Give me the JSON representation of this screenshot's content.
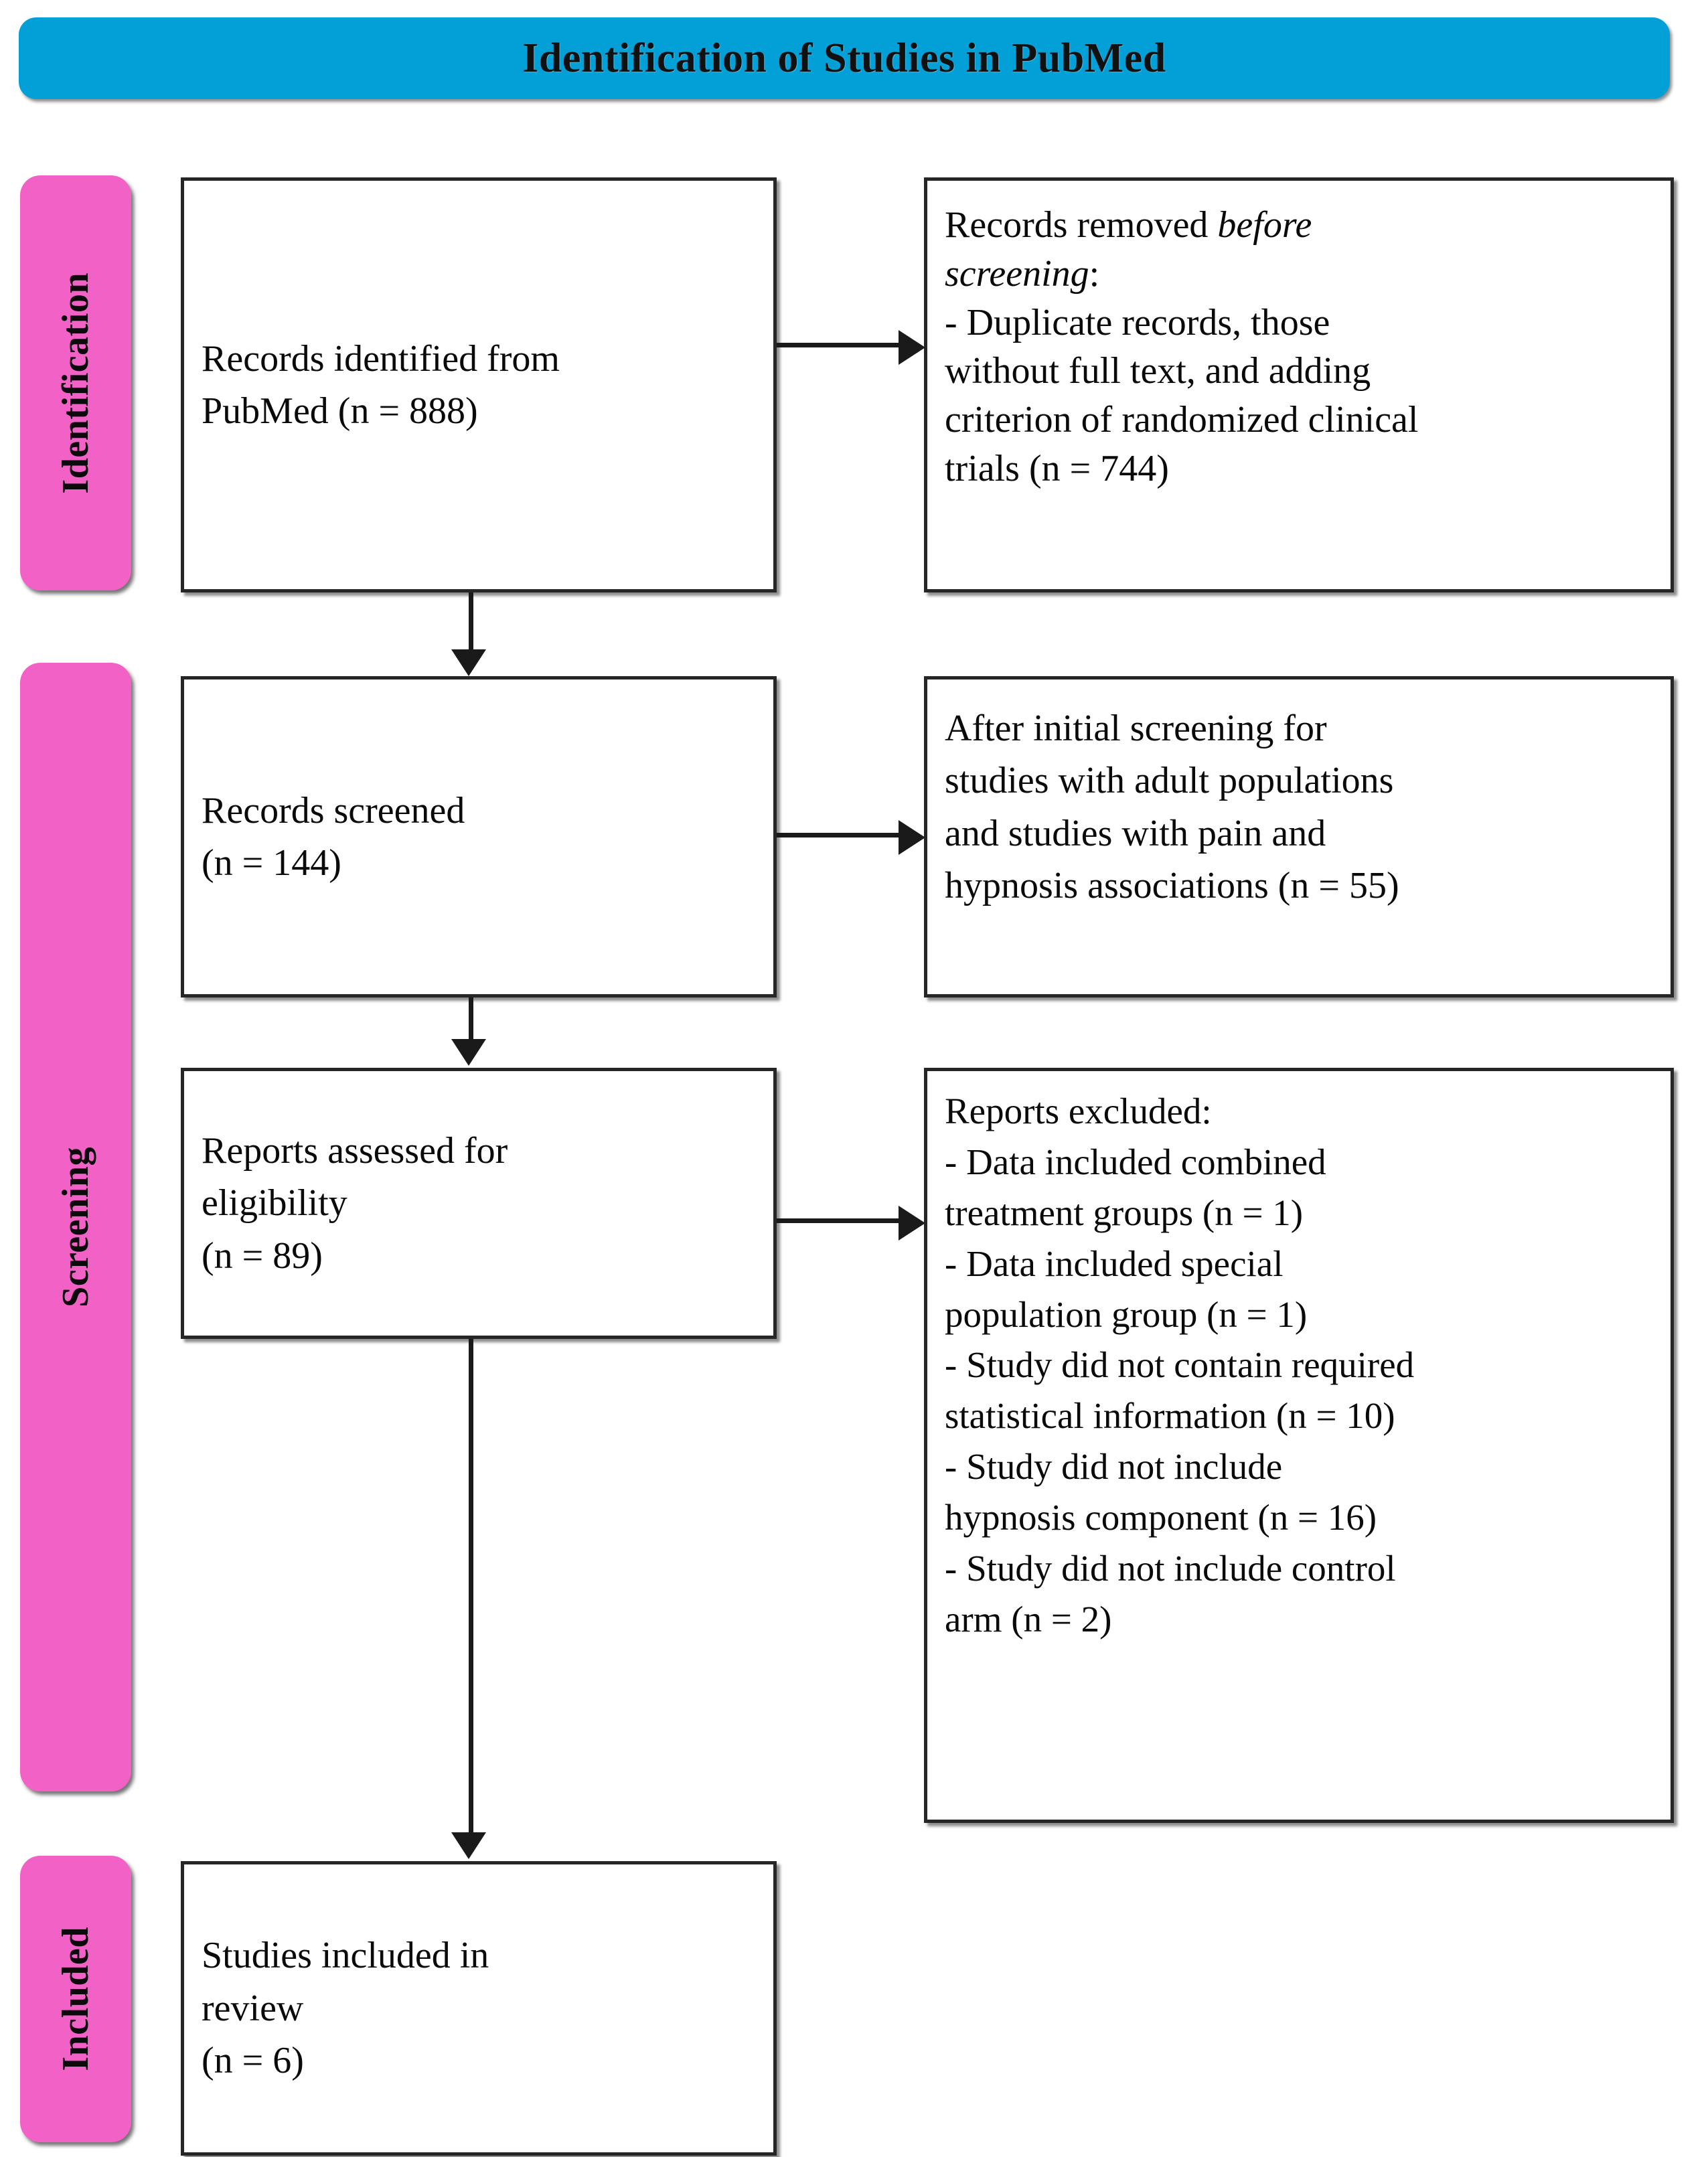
{
  "header": {
    "title": "Identification of Studies in PubMed",
    "banner_color": "#03A0D7"
  },
  "stages": {
    "accent_color": "#F262C6",
    "identification": "Identification",
    "screening": "Screening",
    "included": "Included"
  },
  "flow": {
    "identified": {
      "line1": "Records identified from",
      "line2": "PubMed (n = 888)"
    },
    "removed": {
      "line1_a": "Records removed ",
      "line1_b": "before",
      "line2_a": "screening",
      "line2_b": ":",
      "line3": "- Duplicate records, those",
      "line4": "without full text, and adding",
      "line5": "criterion of randomized clinical",
      "line6": "trials (n = 744)"
    },
    "screened": {
      "line1": "Records screened",
      "line2": "(n = 144)"
    },
    "after_screening": {
      "line1": "After initial screening for",
      "line2": "studies with adult populations",
      "line3": "and studies with pain and",
      "line4": "hypnosis associations (n = 55)"
    },
    "eligibility": {
      "line1": "Reports assessed for",
      "line2": "eligibility",
      "line3": "(n = 89)"
    },
    "excluded": {
      "line1": "Reports excluded:",
      "line2": "- Data included combined",
      "line3": "treatment groups (n = 1)",
      "line4": "- Data included special",
      "line5": "population group (n = 1)",
      "line6": "- Study did not contain required",
      "line7": "statistical information (n = 10)",
      "line8": "- Study did not include",
      "line9": "hypnosis component (n = 16)",
      "line10": "- Study did not include control",
      "line11": "arm (n = 2)"
    },
    "included": {
      "line1": "Studies included in",
      "line2": "review",
      "line3": "(n = 6)"
    }
  },
  "counts": {
    "records_identified_pubmed": 888,
    "records_removed_before_screening": 744,
    "records_screened": 144,
    "after_initial_screening": 55,
    "reports_assessed_for_eligibility": 89,
    "excluded_combined_treatment_groups": 1,
    "excluded_special_population_group": 1,
    "excluded_missing_statistical_information": 10,
    "excluded_no_hypnosis_component": 16,
    "excluded_no_control_arm": 2,
    "studies_included_in_review": 6
  }
}
